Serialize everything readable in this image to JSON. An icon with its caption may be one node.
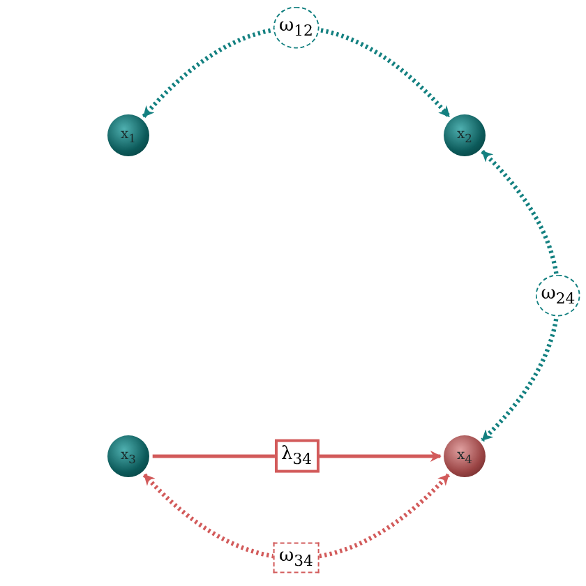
{
  "diagram": {
    "nodes": [
      {
        "text": [
          "x$_{1}$"
        ]
      },
      {
        "text": [
          "x$_{2}$"
        ]
      },
      {
        "text": [
          "x$_{3}$"
        ]
      },
      {
        "text": [
          "x$_{4}$"
        ]
      }
    ],
    "edges": [
      {
        "from": 0,
        "to": 1,
        "arrow": "both",
        "label": "ω$_{12}$",
        "style": "dashed"
      },
      {
        "from": 1,
        "to": 3,
        "arrow": "both",
        "label": "ω$_{24}$",
        "style": "dashed"
      },
      {
        "from": 2,
        "to": 3,
        "arrow": "to",
        "label": "λ$_{34}$",
        "color": "#d25a5a"
      },
      {
        "from": 2,
        "to": 3,
        "arrow": "both",
        "label": "ω$_{34}$",
        "style": "dashed",
        "color": "#d25a5a"
      }
    ]
  }
}
